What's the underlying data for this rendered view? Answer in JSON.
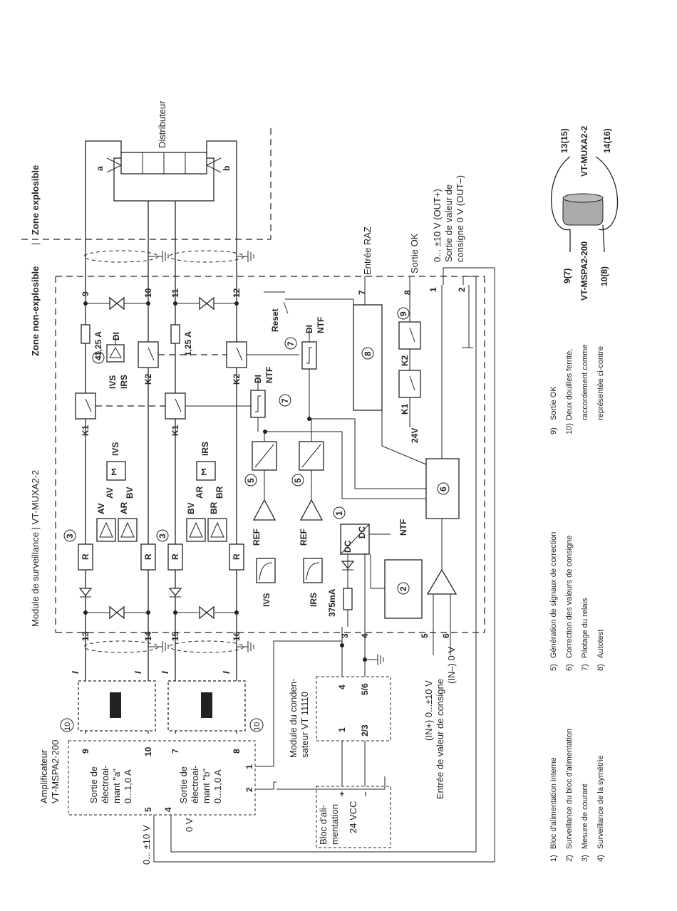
{
  "zones": {
    "non_explosive": "Zone non-explosible",
    "explosive": "Zone explosible"
  },
  "module_title": "Module de surveillance | VT-MUXA2-2",
  "distributor_label": "Distributeur",
  "valve_a": "a",
  "valve_b": "b",
  "amplifier": {
    "title_line1": "Amplificateur",
    "title_line2": "VT-MSPA2-200",
    "out_a_lines": [
      "Sortie de",
      "électroai-",
      "mant \"a\"",
      "0...1,0 A"
    ],
    "out_b_lines": [
      "Sortie de",
      "électroai-",
      "mant \"b\"",
      "0...1,0 A"
    ],
    "pin_9": "9",
    "pin_10": "10",
    "pin_7": "7",
    "pin_8": "8",
    "pin_1": "1",
    "pin_2": "2",
    "pin_5": "5",
    "pin_4": "4",
    "v_label": "0... ±10 V",
    "zero_v": "0 V"
  },
  "terminals": {
    "t13": "13",
    "t14": "14",
    "t15": "15",
    "t16": "16",
    "t3": "3",
    "t4": "4",
    "t5": "5",
    "t6": "6",
    "t9": "9",
    "t10": "10",
    "t11": "11",
    "t12": "12",
    "t7": "7",
    "t8": "8",
    "t1": "1",
    "t2": "2"
  },
  "component_labels": {
    "fuse": "1,25 A",
    "fuse_375": "375mA",
    "r": "R",
    "k1": "K1",
    "k2": "K2",
    "di": "DI",
    "ntf": "NTF",
    "ivs": "IVS",
    "irs": "IRS",
    "av": "AV",
    "ar": "AR",
    "bv": "BV",
    "br": "BR",
    "ref": "REF",
    "dc": "DC",
    "reset": "Reset",
    "v24": "24V",
    "i": "I"
  },
  "numbers": {
    "n1": "1",
    "n2": "2",
    "n3": "3",
    "n4": "4",
    "n5": "5",
    "n6": "6",
    "n7": "7",
    "n8": "8",
    "n9": "9",
    "n10": "10"
  },
  "signals": {
    "raz": "Entrée RAZ",
    "ok": "Sortie OK",
    "out_line1": "0... ±10 V (OUT+)",
    "out_line2": "Sortie de valeur de",
    "out_line3": "consigne 0 V (OUT–)",
    "in_line1": "(IN+) 0...±10 V",
    "in_line2": "Entrée de valeur de consigne",
    "in_line3": "(IN–) 0 V"
  },
  "capacitor_module": {
    "line1": "Module du conden-",
    "line2": "sateur VT 11110",
    "pin_1": "1",
    "pin_23": "2/3",
    "pin_4": "4",
    "pin_56": "5/6"
  },
  "power_block": {
    "lines": [
      "Bloc d'ali-",
      "mentation",
      "24 VCC"
    ],
    "plus": "+",
    "minus": "–"
  },
  "ferrite": {
    "label": "VT-MUXA2-2",
    "label2": "VT-MSPA2-200",
    "p1315": "13(15)",
    "p1416": "14(16)",
    "p97": "9(7)",
    "p108": "10(8)"
  },
  "legend": [
    {
      "num": "1)",
      "text": "Bloc d'alimentation interne"
    },
    {
      "num": "2)",
      "text": "Surveillance du bloc d'alimentation"
    },
    {
      "num": "3)",
      "text": "Mesure de courant"
    },
    {
      "num": "4)",
      "text": "Surveillance de la symétrie"
    },
    {
      "num": "5)",
      "text": "Génération de signaux de correction"
    },
    {
      "num": "6)",
      "text": "Correction des valeurs de consigne"
    },
    {
      "num": "7)",
      "text": "Pilotage du relais"
    },
    {
      "num": "8)",
      "text": "Autotest"
    },
    {
      "num": "9)",
      "text": "Sortie OK"
    },
    {
      "num": "10)",
      "text": "Deux douilles ferrite,"
    },
    {
      "num": "",
      "text": "raccordement comme"
    },
    {
      "num": "",
      "text": "représentée ci-contre"
    }
  ]
}
